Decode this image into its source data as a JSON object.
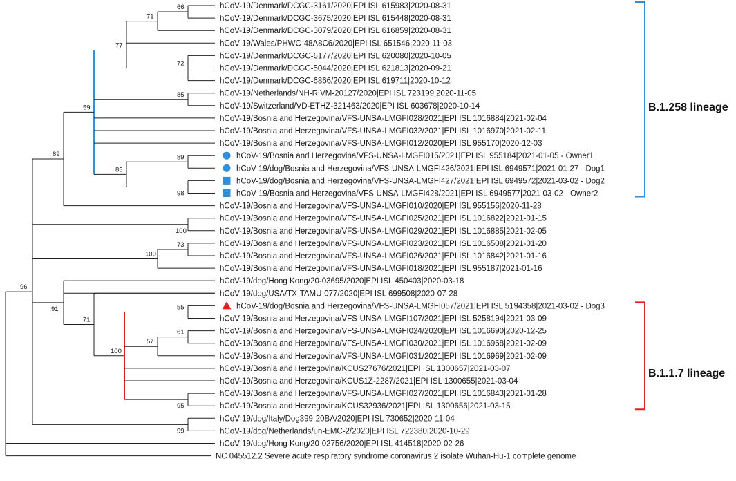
{
  "colors": {
    "branch_default": "#222222",
    "b1258": "#2f8fd8",
    "b117": "#e02020",
    "marker_blue": "#2f8fd8",
    "marker_red": "#e02020"
  },
  "leaves": [
    {
      "label": "hCoV-19/Denmark/DCGC-3161/2020|EPI ISL 615983|2020-08-31"
    },
    {
      "label": "hCoV-19/Denmark/DCGC-3675/2020|EPI ISL 615448|2020-08-31"
    },
    {
      "label": "hCoV-19/Denmark/DCGC-3079/2020|EPI ISL 616859|2020-08-31"
    },
    {
      "label": "hCoV-19/Wales/PHWC-48A8C6/2020|EPI ISL 651546|2020-11-03"
    },
    {
      "label": "hCoV-19/Denmark/DCGC-6177/2020|EPI ISL 620080|2020-10-05"
    },
    {
      "label": "hCoV-19/Denmark/DCGC-5044/2020|EPI ISL 621813|2020-09-21"
    },
    {
      "label": "hCoV-19/Denmark/DCGC-6866/2020|EPI ISL 619711|2020-10-12"
    },
    {
      "label": "hCoV-19/Netherlands/NH-RIVM-20127/2020|EPI ISL 723199|2020-11-05"
    },
    {
      "label": "hCoV-19/Switzerland/VD-ETHZ-321463/2020|EPI ISL 603678|2020-10-14"
    },
    {
      "label": "hCoV-19/Bosnia and Herzegovina/VFS-UNSA-LMGFI028/2021|EPI ISL 1016884|2021-02-04"
    },
    {
      "label": "hCoV-19/Bosnia and Herzegovina/VFS-UNSA-LMGFI032/2021|EPI ISL 1016970|2021-02-11"
    },
    {
      "label": "hCoV-19/Bosnia and Herzegovina/VFS-UNSA-LMGFI012/2020|EPI ISL 955170|2020-12-03"
    },
    {
      "label": "hCoV-19/Bosnia and Herzegovina/VFS-UNSA-LMGFI015/2021|EPI ISL 955184|2021-01-05 - Owner1",
      "marker": "circle"
    },
    {
      "label": "hCoV-19/dog/Bosnia and Herzegovina/VFS-UNSA-LMGFI426/2021|EPI ISL 6949571|2021-01-27 - Dog1",
      "marker": "circle"
    },
    {
      "label": "hCoV-19/dog/Bosnia and Herzegovina/VFS-UNSA-LMGFI427/2021|EPI ISL 6949572|2021-03-02 - Dog2",
      "marker": "square"
    },
    {
      "label": "hCoV-19/Bosnia and Herzegovina/VFS-UNSA-LMGFI428/2021|EPI ISL 6949577|2021-03-02 - Owner2",
      "marker": "square"
    },
    {
      "label": "hCoV-19/Bosnia and Herzegovina/VFS-UNSA-LMGFI010/2020|EPI ISL 955156|2020-11-28"
    },
    {
      "label": "hCoV-19/Bosnia and Herzegovina/VFS-UNSA-LMGFI025/2021|EPI ISL 1016822|2021-01-15"
    },
    {
      "label": "hCoV-19/Bosnia and Herzegovina/VFS-UNSA-LMGFI029/2021|EPI ISL 1016885|2021-02-05"
    },
    {
      "label": "hCoV-19/Bosnia and Herzegovina/VFS-UNSA-LMGFI023/2021|EPI ISL 1016508|2021-01-20"
    },
    {
      "label": "hCoV-19/Bosnia and Herzegovina/VFS-UNSA-LMGFI026/2021|EPI ISL 1016842|2021-01-16"
    },
    {
      "label": "hCoV-19/Bosnia and Herzegovina/VFS-UNSA-LMGFI018/2021|EPI ISL 955187|2021-01-16"
    },
    {
      "label": "hCoV-19/dog/Hong Kong/20-03695/2020|EPI ISL 450403|2020-03-18"
    },
    {
      "label": "hCoV-19/dog/USA/TX-TAMU-077/2020|EPI ISL 699508|2020-07-28"
    },
    {
      "label": "hCoV-19/dog/Bosnia and Herzegovina/VFS-UNSA-LMGFI057/2021|EPI ISL 5194358|2021-03-02 - Dog3",
      "marker": "triangle"
    },
    {
      "label": "hCoV-19/Bosnia and Herzegovina/VFS-UNSA-LMGFI107/2021|EPI ISL 5258194|2021-03-09"
    },
    {
      "label": "hCoV-19/Bosnia and Herzegovina/VFS-UNSA-LMGFI024/2020|EPI ISL 1016690|2020-12-25"
    },
    {
      "label": "hCoV-19/Bosnia and Herzegovina/VFS-UNSA-LMGFI030/2021|EPI ISL 1016968|2021-02-09"
    },
    {
      "label": "hCoV-19/Bosnia and Herzegovina/VFS-UNSA-LMGFI031/2021|EPI ISL 1016969|2021-02-09"
    },
    {
      "label": "hCoV-19/Bosnia and Herzegovina/KCUS27676/2021|EPI ISL 1300657|2021-03-07"
    },
    {
      "label": "hCoV-19/Bosnia and Herzegovina/KCUS1Z-2287/2021|EPI ISL 1300655|2021-03-04"
    },
    {
      "label": "hCoV-19/Bosnia and Herzegovina/VFS-UNSA-LMGFI027/2021|EPI ISL 1016843|2021-01-28"
    },
    {
      "label": "hCoV-19/Bosnia and Herzegovina/KCUS32936/2021|EPI ISL 1300656|2021-03-15"
    },
    {
      "label": "hCoV-19/dog/Italy/Dog399-20BA/2020|EPI ISL 730652|2020-11-04"
    },
    {
      "label": "hCoV-19/dog/Netherlands/un-EMC-2/2020|EPI ISL 722380|2020-10-29"
    },
    {
      "label": "hCoV-19/dog/Hong Kong/20-02756/2020|EPI ISL 414518|2020-02-26"
    },
    {
      "label": "NC 045512.2 Severe acute respiratory syndrome coronavirus 2 isolate Wuhan-Hu-1 complete genome"
    }
  ],
  "bootstrap": [
    "66",
    "71",
    "77",
    "72",
    "85",
    "59",
    "89",
    "85",
    "98",
    "89",
    "100",
    "100",
    "73",
    "96",
    "91",
    "55",
    "61",
    "57",
    "71",
    "100",
    "95",
    "99"
  ],
  "lineages": [
    {
      "name": "B.1.258 lineage",
      "color": "b1258"
    },
    {
      "name": "B.1.1.7 lineage",
      "color": "b117"
    }
  ]
}
